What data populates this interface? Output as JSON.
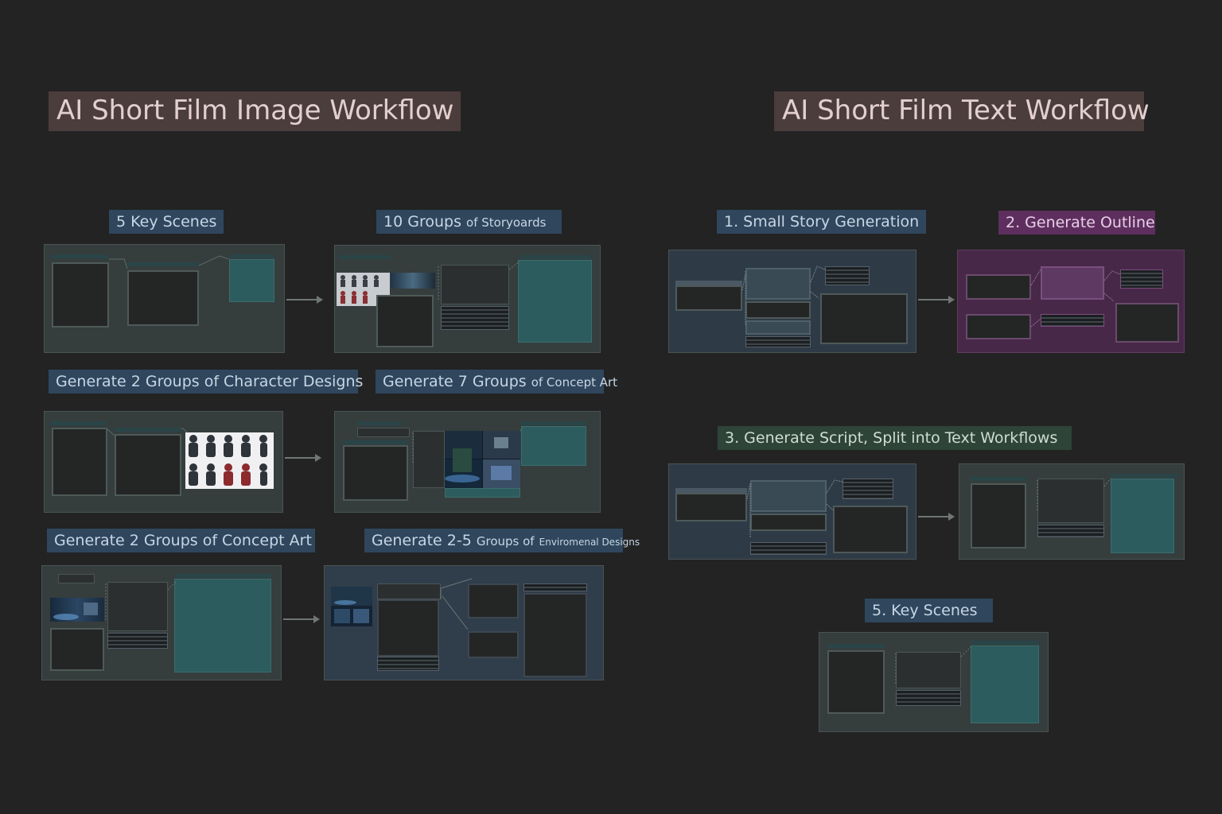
{
  "titles": {
    "image_workflow": "AI Short Film Image Workflow",
    "text_workflow": "AI Short Film Text Workflow"
  },
  "image_workflow": {
    "groups": [
      {
        "label": "5 Key Scenes"
      },
      {
        "label_main": "10",
        "label_rest": "Groups",
        "label_suffix": "of Storyoards"
      },
      {
        "label": "Generate 2 Groups of Character Designs"
      },
      {
        "label_main": "Generate 7 Groups",
        "label_suffix": "of Concept Art"
      },
      {
        "label": "Generate 2 Groups of Concept Art"
      },
      {
        "label_main": "Generate 2-5",
        "label_mid": "Groups of",
        "label_suffix": "Enviromenal Designs"
      }
    ]
  },
  "text_workflow": {
    "groups": [
      {
        "label": "1. Small Story Generation"
      },
      {
        "label": "2. Generate Outline"
      },
      {
        "label": "3. Generate Script, Split into Text Workflows"
      },
      {
        "label": "5. Key Scenes"
      }
    ]
  },
  "colors": {
    "background": "#232324",
    "title_bg": "#4b3d3c",
    "label_bg": "#2f465d",
    "label_green_bg": "#2f4438",
    "label_purple_bg": "#5e2f5e",
    "teal_node": "#2d5c5e"
  }
}
